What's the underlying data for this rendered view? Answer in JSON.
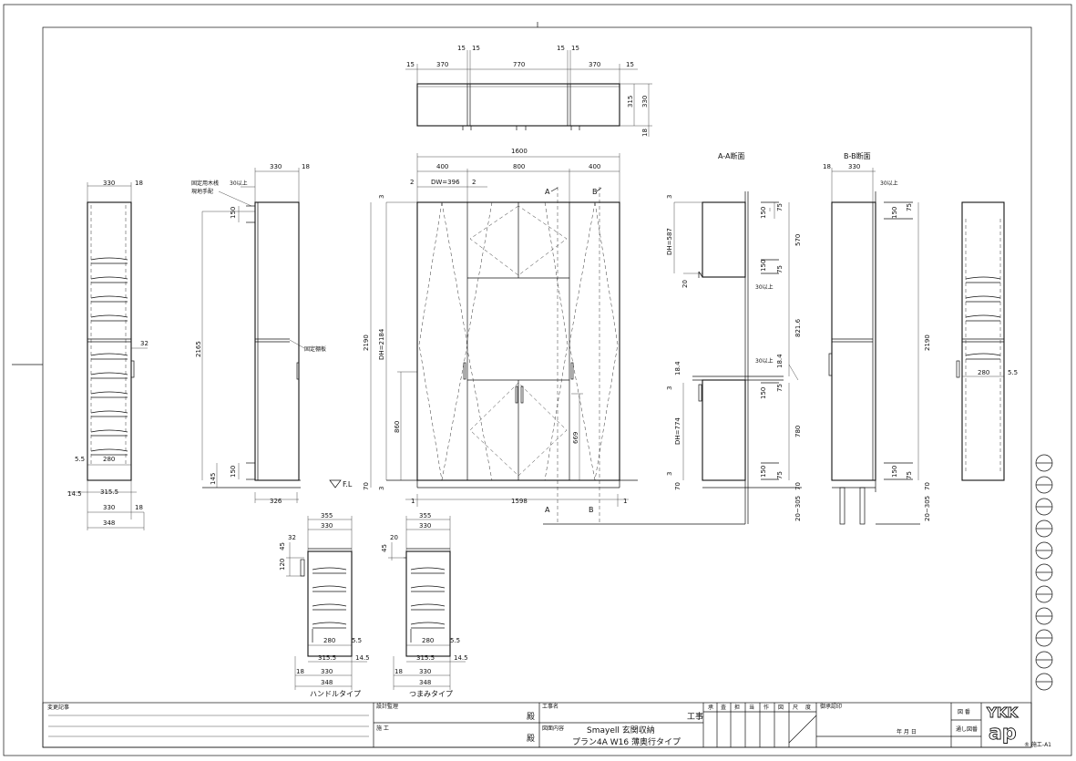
{
  "top_view": {
    "dims": [
      "15",
      "370",
      "15",
      "15",
      "770",
      "15",
      "15",
      "370",
      "15"
    ],
    "dims_v": [
      "315",
      "330",
      "18"
    ]
  },
  "front": {
    "w_total": "1600",
    "w_parts": [
      "400",
      "800",
      "400"
    ],
    "small": [
      "2",
      "DW=396",
      "2"
    ],
    "sec_a": "A",
    "sec_b": "B",
    "h_total": "2190",
    "dh": "DH=2184",
    "h_860": "860",
    "h_669": "669",
    "top_gap": "3",
    "bot_gap": "3",
    "bot_70": "70",
    "fl": "F.L",
    "bottom_w": "1598",
    "bottom_1a": "1",
    "bottom_1b": "1"
  },
  "left_side": {
    "top_w": "330",
    "top_18": "18",
    "note1": "固定用木桟",
    "note2": "現地手配",
    "note3": "30以上",
    "h_150a": "150",
    "h_150b": "150",
    "h_2165": "2165",
    "h_145": "145",
    "shelf_note": "固定棚板",
    "bot_326": "326"
  },
  "left_plan": {
    "w330": "330",
    "w18": "18",
    "d32": "32",
    "d55": "5.5",
    "d280": "280",
    "d145": "14.5",
    "d3155": "315.5",
    "d330b": "330",
    "d18b": "18",
    "d348": "348"
  },
  "sec_aa": {
    "title": "A-A断面",
    "dh587": "DH=587",
    "d20": "20",
    "d3a": "3",
    "h150a": "150",
    "h75a": "75",
    "h570": "570",
    "h150b": "150",
    "h75b": "75",
    "over30a": "30以上",
    "h821": "821.6",
    "over30b": "30以上",
    "h184a": "18.4",
    "h184b": "18.4",
    "d3b": "3",
    "h150c": "150",
    "h75c": "75",
    "dh774": "DH=774",
    "h780": "780",
    "h150d": "150",
    "h75d": "75",
    "d3c": "3",
    "h70": "70",
    "leg": "20~305"
  },
  "sec_bb": {
    "title": "B-B断面",
    "w18": "18",
    "w330": "330",
    "over30": "30以上",
    "h150a": "150",
    "h75a": "75",
    "h2190": "2190",
    "h150b": "150",
    "h75b": "75",
    "h70": "70",
    "leg": "20~305"
  },
  "right_plan": {
    "d280": "280",
    "d55": "5.5"
  },
  "handle_type": {
    "label": "ハンドルタイプ",
    "w355": "355",
    "w330": "330",
    "d32": "32",
    "d45": "45",
    "d120": "120",
    "d280": "280",
    "d55": "5.5",
    "d3155": "315.5",
    "d145": "14.5",
    "d18": "18",
    "d330b": "330",
    "d348": "348"
  },
  "knob_type": {
    "label": "つまみタイプ",
    "w355": "355",
    "w330": "330",
    "d20": "20",
    "d45": "45",
    "d280": "280",
    "d55": "5.5",
    "d3155": "315.5",
    "d145": "14.5",
    "d18": "18",
    "d330b": "330",
    "d348": "348"
  },
  "title_block": {
    "change_log": "変更記事",
    "design_supervisor": "設計監理",
    "dono1": "殿",
    "construction": "施 工",
    "dono2": "殿",
    "project_name_label": "工事名",
    "koji": "工事",
    "drawing_content_label": "図面内容",
    "drawing_line1": "Smayell 玄関収納",
    "drawing_line2": "プラン4A W16 薄奥行タイプ",
    "approval": [
      "承",
      "査",
      "担",
      "当",
      "作",
      "図",
      "尺",
      "度"
    ],
    "approval_date": "御承認印",
    "date": "年  月  日",
    "zuban": "図 番",
    "tsushi": "通し図番",
    "logo": "YKK ap",
    "ref": "® 施工-A1"
  }
}
